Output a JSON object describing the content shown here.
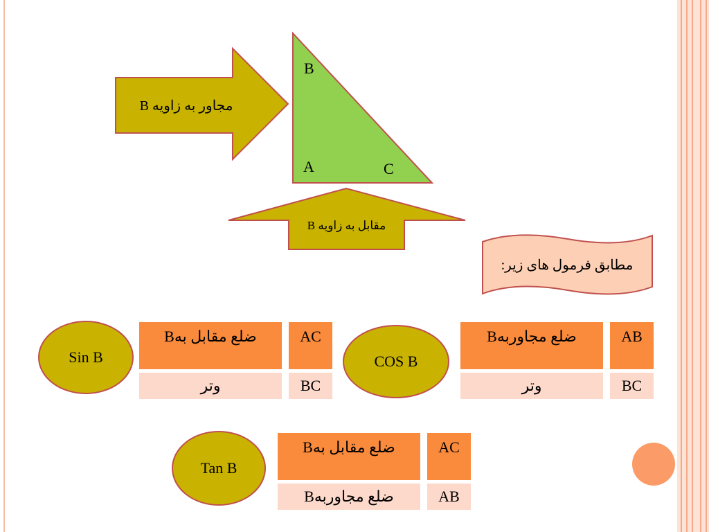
{
  "triangle": {
    "vertex_b": "B",
    "vertex_a": "A",
    "vertex_c": "C"
  },
  "arrow_right": {
    "label": "مجاور به زاویه B"
  },
  "arrow_up": {
    "label": "مقابل به زاویه B"
  },
  "scroll_note": {
    "label": "مطابق فرمول های زیر:"
  },
  "sin": {
    "label": "Sin B",
    "numerator_text": "ضلع مقابل بهB",
    "numerator_side": "AC",
    "denominator_text": "وتر",
    "denominator_side": "BC"
  },
  "cos": {
    "label": "COS B",
    "numerator_text": "ضلع مجاوربهB",
    "numerator_side": "AB",
    "denominator_text": "وتر",
    "denominator_side": "BC"
  },
  "tan": {
    "label": "Tan B",
    "numerator_text": "ضلع مقابل بهB",
    "numerator_side": "AC",
    "denominator_text": "ضلع مجاوربهB",
    "denominator_side": "AB"
  },
  "colors": {
    "triangle_fill": "#92d050",
    "arrow_fill": "#c9b300",
    "ellipse_fill": "#c9b300",
    "outline": "#c0504d",
    "cell_orange": "#fa8a3c",
    "cell_pink": "#fdd9cb",
    "scroll_fill": "#fdd0b5",
    "dot": "#fb9b67"
  }
}
